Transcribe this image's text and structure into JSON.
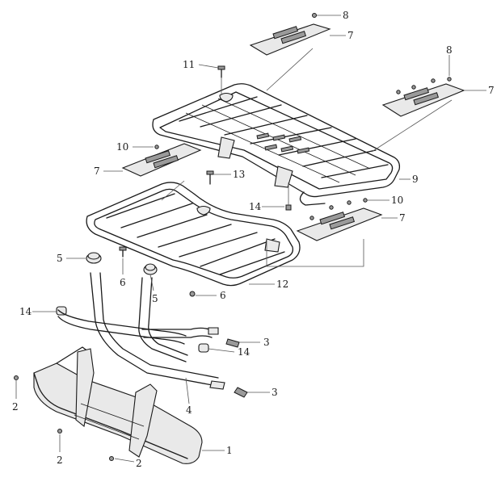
{
  "callouts": [
    {
      "id": "c8a",
      "text": "8"
    },
    {
      "id": "c7a",
      "text": "7"
    },
    {
      "id": "c11",
      "text": "11"
    },
    {
      "id": "c8b",
      "text": "8"
    },
    {
      "id": "c7b",
      "text": "7"
    },
    {
      "id": "c10a",
      "text": "10"
    },
    {
      "id": "c7c",
      "text": "7"
    },
    {
      "id": "c13",
      "text": "13"
    },
    {
      "id": "c9",
      "text": "9"
    },
    {
      "id": "c14a",
      "text": "14"
    },
    {
      "id": "c10b",
      "text": "10"
    },
    {
      "id": "c7d",
      "text": "7"
    },
    {
      "id": "c5a",
      "text": "5"
    },
    {
      "id": "c6a",
      "text": "6"
    },
    {
      "id": "c5b",
      "text": "5"
    },
    {
      "id": "c12",
      "text": "12"
    },
    {
      "id": "c6b",
      "text": "6"
    },
    {
      "id": "c14b",
      "text": "14"
    },
    {
      "id": "c3a",
      "text": "3"
    },
    {
      "id": "c14c",
      "text": "14"
    },
    {
      "id": "c3b",
      "text": "3"
    },
    {
      "id": "c4",
      "text": "4"
    },
    {
      "id": "c2a",
      "text": "2"
    },
    {
      "id": "c1",
      "text": "1"
    },
    {
      "id": "c2b",
      "text": "2"
    },
    {
      "id": "c2c",
      "text": "2"
    }
  ]
}
